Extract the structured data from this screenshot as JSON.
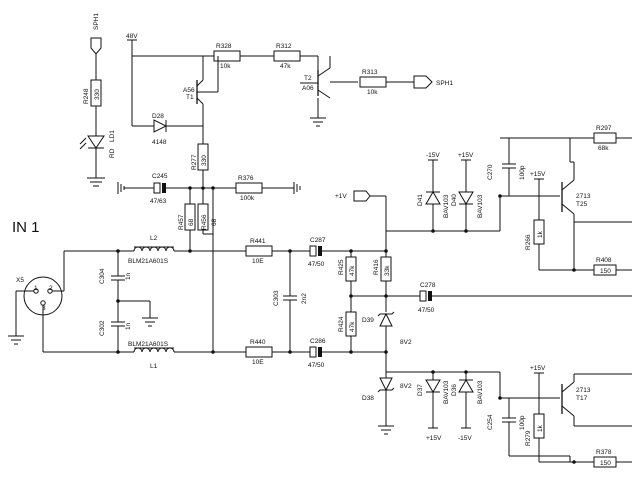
{
  "title": "IN 1",
  "connector": "X5",
  "pins": [
    "1",
    "2",
    "3"
  ],
  "nets": {
    "v48": "48V",
    "sph1": "SPH1",
    "plus1v": "+1V",
    "plus15v": "+15V",
    "minus15v": "-15V"
  },
  "transistors": [
    {
      "ref": "T1",
      "part": "A56"
    },
    {
      "ref": "T2",
      "part": "A06"
    },
    {
      "ref": "T25",
      "part": "2713"
    },
    {
      "ref": "T17",
      "part": "2713"
    }
  ],
  "resistors": [
    {
      "ref": "R248",
      "value": "330"
    },
    {
      "ref": "R328",
      "value": "10k"
    },
    {
      "ref": "R312",
      "value": "47k"
    },
    {
      "ref": "R313",
      "value": "10k"
    },
    {
      "ref": "R277",
      "value": "330"
    },
    {
      "ref": "R376",
      "value": "100k"
    },
    {
      "ref": "R457",
      "value": "68"
    },
    {
      "ref": "R456",
      "value": "68"
    },
    {
      "ref": "R441",
      "value": "10E"
    },
    {
      "ref": "R440",
      "value": "10E"
    },
    {
      "ref": "R425",
      "value": "47k"
    },
    {
      "ref": "R424",
      "value": "47k"
    },
    {
      "ref": "R416",
      "value": "33k"
    },
    {
      "ref": "R297",
      "value": "68k"
    },
    {
      "ref": "R266",
      "value": "1k"
    },
    {
      "ref": "R408",
      "value": "150"
    },
    {
      "ref": "R279",
      "value": "1k"
    },
    {
      "ref": "R378",
      "value": "150"
    }
  ],
  "capacitors": [
    {
      "ref": "C245",
      "value": "47/63"
    },
    {
      "ref": "C287",
      "value": "47/50"
    },
    {
      "ref": "C286",
      "value": "47/50"
    },
    {
      "ref": "C278",
      "value": "47/50"
    },
    {
      "ref": "C303",
      "value": "2n2"
    },
    {
      "ref": "C304",
      "value": "1n"
    },
    {
      "ref": "C302",
      "value": "1n"
    },
    {
      "ref": "C270",
      "value": "100p"
    },
    {
      "ref": "C254",
      "value": "100p"
    }
  ],
  "diodes": [
    {
      "ref": "D28",
      "value": "4148"
    },
    {
      "ref": "LD1",
      "value": "RD"
    },
    {
      "ref": "D41",
      "value": "BAV103"
    },
    {
      "ref": "D40",
      "value": "BAV103"
    },
    {
      "ref": "D37",
      "value": "BAV103"
    },
    {
      "ref": "D36",
      "value": "BAV103"
    },
    {
      "ref": "D39",
      "value": "8V2"
    },
    {
      "ref": "D38",
      "value": "8V2"
    }
  ],
  "inductors": [
    {
      "ref": "L2",
      "value": "BLM21A601S"
    },
    {
      "ref": "L1",
      "value": "BLM21A601S"
    }
  ]
}
